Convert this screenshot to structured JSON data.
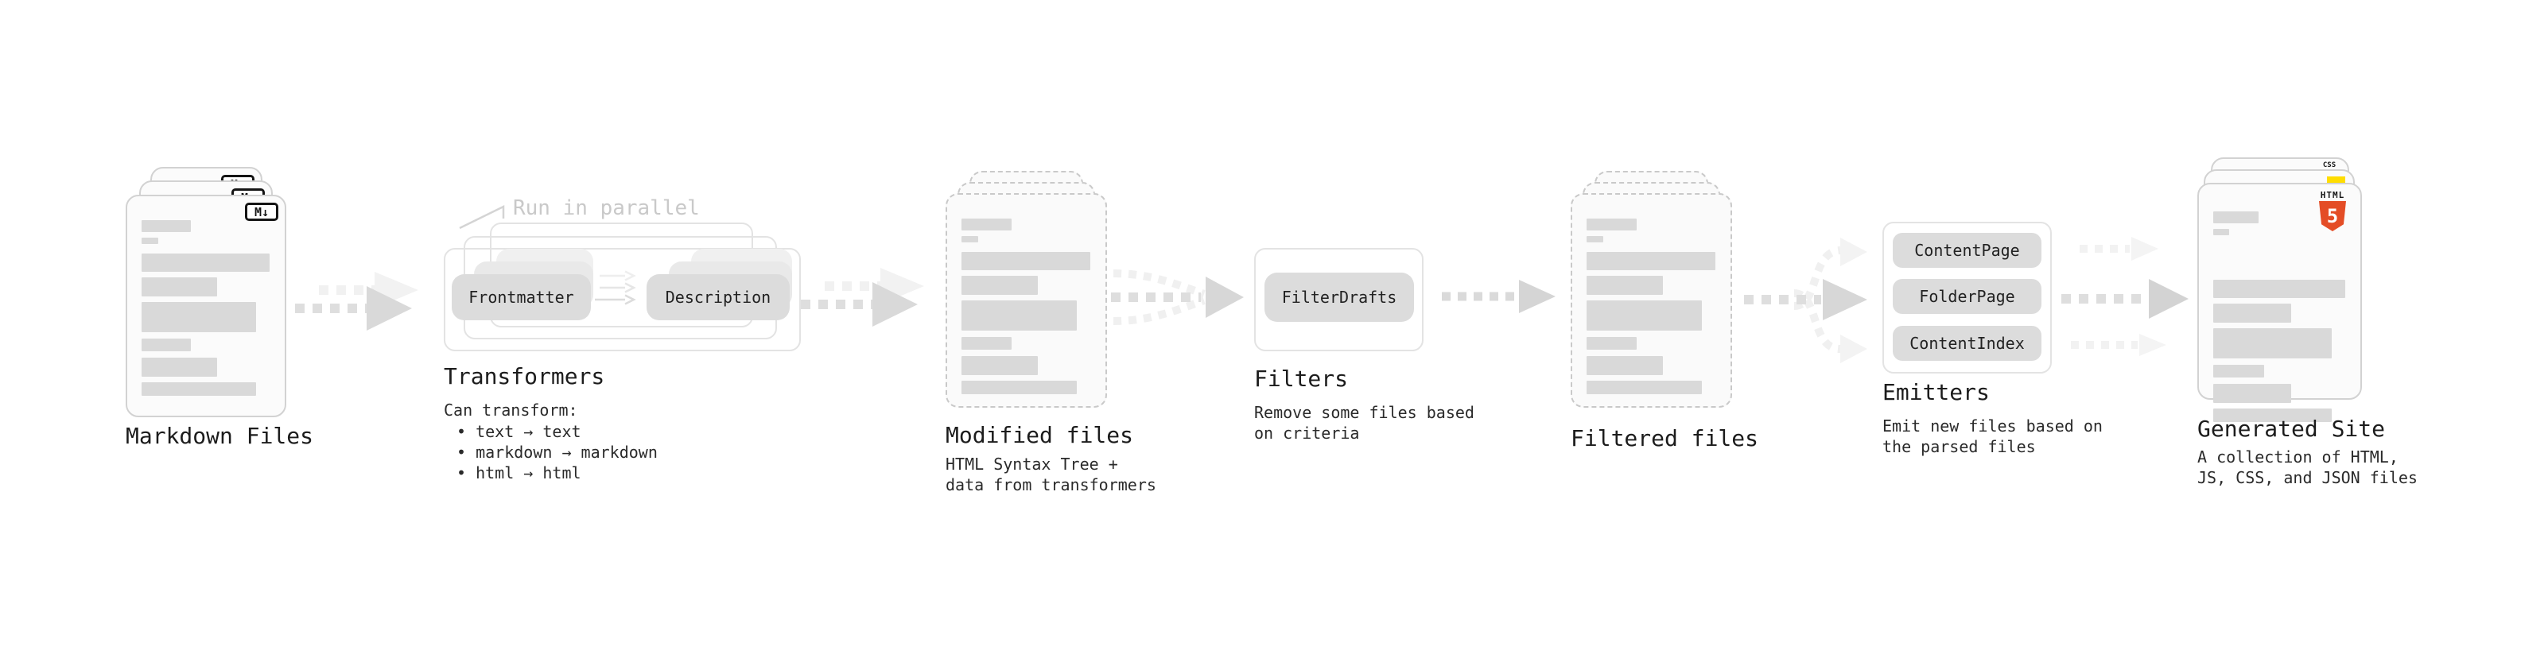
{
  "nodes": {
    "markdown_files": {
      "label": "Markdown Files",
      "badge": "M↓"
    },
    "transformers": {
      "annotation": "Run in parallel",
      "pill_frontmatter": "Frontmatter",
      "pill_description": "Description",
      "label": "Transformers",
      "desc_heading": "Can transform:",
      "bullets": [
        "• text → text",
        "• markdown → markdown",
        "• html → html"
      ]
    },
    "modified_files": {
      "label": "Modified files",
      "desc": [
        "HTML Syntax Tree +",
        "data from transformers"
      ]
    },
    "filters": {
      "pill": "FilterDrafts",
      "label": "Filters",
      "desc": [
        "Remove some files based",
        "on criteria"
      ]
    },
    "filtered_files": {
      "label": "Filtered files"
    },
    "emitters": {
      "pills": [
        "ContentPage",
        "FolderPage",
        "ContentIndex"
      ],
      "label": "Emitters",
      "desc": [
        "Emit new files based on",
        "the parsed files"
      ]
    },
    "generated_site": {
      "label": "Generated Site",
      "desc": [
        "A collection of HTML,",
        "JS, CSS, and JSON files"
      ],
      "css_badge": "CSS",
      "html_badge_title": "HTML",
      "html_badge_number": "5"
    }
  },
  "colors": {
    "html5_orange": "#e44d26",
    "css_blue": "#2b66f0",
    "js_yellow": "#ffdd00",
    "placeholder_gray": "#d9d9d9",
    "arrow_gray": "#d9d9d9",
    "ghost_arrow_gray": "#f1f1f1",
    "annotation_gray": "#c9c9c9",
    "text_dark": "#1c1c1c"
  }
}
